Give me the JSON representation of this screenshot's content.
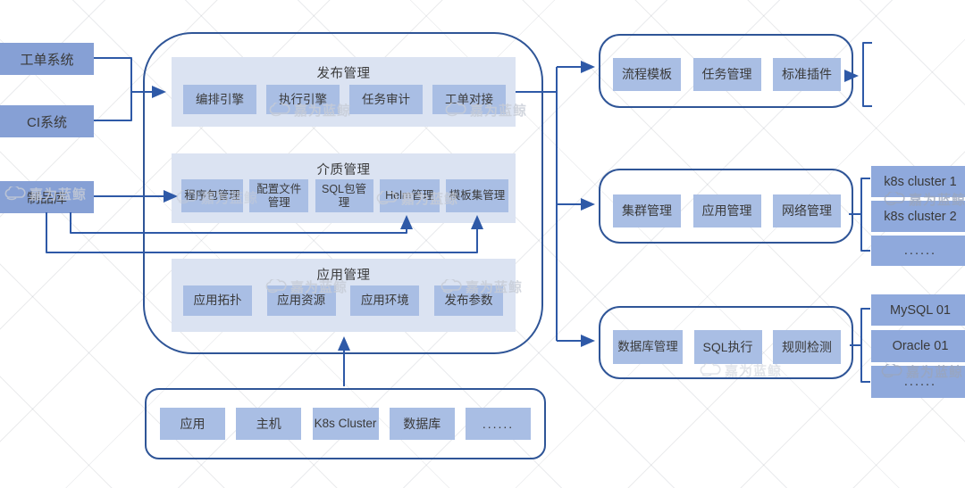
{
  "watermark": {
    "text": "嘉为蓝鲸"
  },
  "colors": {
    "canvas-bg": "#ffffff",
    "source-box": "#86A0D5",
    "target-box": "#8FA9DC",
    "panel-bg": "#DBE3F2",
    "inner-box": "#A9BEE4",
    "outer-border": "#2F5597",
    "line": "#2E59A7",
    "text-dark": "#3A3A3A",
    "watermark": "#C7CCD6"
  },
  "left_sources": [
    "工单系统",
    "CI系统",
    "制品库"
  ],
  "center": {
    "panels": [
      {
        "title": "发布管理",
        "items": [
          "编排引擎",
          "执行引擎",
          "任务审计",
          "工单对接"
        ]
      },
      {
        "title": "介质管理",
        "items": [
          "程序包管理",
          "配置文件\n管理",
          "SQL包管\n理",
          "Helm管理",
          "模板集管理"
        ]
      },
      {
        "title": "应用管理",
        "items": [
          "应用拓扑",
          "应用资源",
          "应用环境",
          "发布参数"
        ]
      }
    ]
  },
  "resources": {
    "items": [
      "应用",
      "主机",
      "K8s Cluster",
      "数据库",
      "......"
    ]
  },
  "right_groups": [
    {
      "items": [
        "流程模板",
        "任务管理",
        "标准插件"
      ],
      "targets": []
    },
    {
      "items": [
        "集群管理",
        "应用管理",
        "网络管理"
      ],
      "targets": [
        "k8s cluster 1",
        "k8s cluster 2",
        "......"
      ]
    },
    {
      "items": [
        "数据库管理",
        "SQL执行",
        "规则检测"
      ],
      "targets": [
        "MySQL 01",
        "Oracle 01",
        "......"
      ]
    }
  ]
}
